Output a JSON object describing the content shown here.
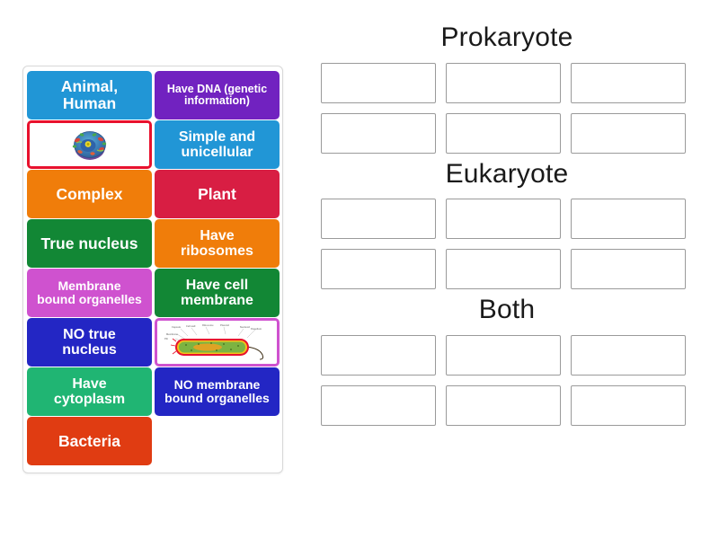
{
  "activity": {
    "type": "group-sort-drag-and-drop",
    "title_visible": false
  },
  "tray": {
    "name": "answer-tiles",
    "tiles": [
      {
        "id": "animal-human",
        "label": "Animal,\nHuman",
        "kind": "text",
        "color": "#2196d6",
        "text_color": "#ffffff",
        "size": "lg"
      },
      {
        "id": "have-dna",
        "label": "Have DNA (genetic information)",
        "kind": "text",
        "color": "#7122c0",
        "text_color": "#ffffff",
        "size": "xs"
      },
      {
        "id": "eukaryotic-cell-image",
        "label": "",
        "kind": "image",
        "image": "animal-cell-diagram",
        "color": "#ffffff",
        "border_color": "#e8112d"
      },
      {
        "id": "simple-and-unicellular",
        "label": "Simple and\nunicellular",
        "kind": "text",
        "color": "#2196d6",
        "text_color": "#ffffff",
        "size": "md"
      },
      {
        "id": "complex",
        "label": "Complex",
        "kind": "text",
        "color": "#f07d0a",
        "text_color": "#ffffff",
        "size": "lg"
      },
      {
        "id": "plant",
        "label": "Plant",
        "kind": "text",
        "color": "#d81e43",
        "text_color": "#ffffff",
        "size": "lg"
      },
      {
        "id": "true-nucleus",
        "label": "True nucleus",
        "kind": "text",
        "color": "#128735",
        "text_color": "#ffffff",
        "size": "lg"
      },
      {
        "id": "have-ribosomes",
        "label": "Have\nribosomes",
        "kind": "text",
        "color": "#f07d0a",
        "text_color": "#ffffff",
        "size": "md"
      },
      {
        "id": "membrane-bound-organelles",
        "label": "Membrane\nbound organelles",
        "kind": "text",
        "color": "#cf52cf",
        "text_color": "#ffffff",
        "size": "sm"
      },
      {
        "id": "have-cell-membrane",
        "label": "Have cell\nmembrane",
        "kind": "text",
        "color": "#128735",
        "text_color": "#ffffff",
        "size": "md"
      },
      {
        "id": "no-true-nucleus",
        "label": "NO true\nnucleus",
        "kind": "text",
        "color": "#2326c4",
        "text_color": "#ffffff",
        "size": "md"
      },
      {
        "id": "prokaryotic-cell-image",
        "label": "",
        "kind": "image",
        "image": "bacteria-cell-diagram",
        "color": "#ffffff",
        "border_color": "#cf52cf"
      },
      {
        "id": "have-cytoplasm",
        "label": "Have\ncytoplasm",
        "kind": "text",
        "color": "#20b573",
        "text_color": "#ffffff",
        "size": "md"
      },
      {
        "id": "no-membrane-bound-organelles",
        "label": "NO membrane\nbound organelles",
        "kind": "text",
        "color": "#2326c4",
        "text_color": "#ffffff",
        "size": "sm"
      },
      {
        "id": "bacteria",
        "label": "Bacteria",
        "kind": "text",
        "color": "#e03c12",
        "text_color": "#ffffff",
        "size": "lg"
      }
    ]
  },
  "categories": [
    {
      "id": "prokaryote",
      "title": "Prokaryote",
      "slots": 6,
      "filled": []
    },
    {
      "id": "eukaryote",
      "title": "Eukaryote",
      "slots": 6,
      "filled": []
    },
    {
      "id": "both",
      "title": "Both",
      "slots": 6,
      "filled": []
    }
  ],
  "colors": {
    "page_background": "#ffffff",
    "tray_border": "#d8d8d8",
    "slot_border": "#9a9a9a",
    "heading_text": "#1a1a1a"
  }
}
